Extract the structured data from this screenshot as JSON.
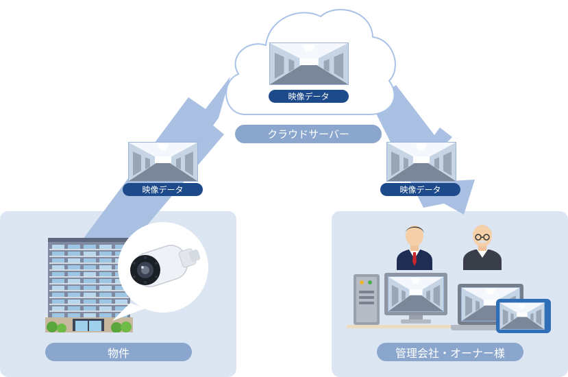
{
  "cloud": {
    "label": "クラウドサーバー",
    "data_badge": "映像データ"
  },
  "upload": {
    "data_badge": "映像データ"
  },
  "download": {
    "data_badge": "映像データ"
  },
  "property": {
    "label": "物件"
  },
  "owner": {
    "label": "管理会社・オーナー様"
  },
  "colors": {
    "panel": "#dce6f3",
    "arrow": "#a9c0e3",
    "badge": "#1c4a8a",
    "label_pill": "#8aa6cc",
    "cloud_outline": "#a8c2e8"
  }
}
